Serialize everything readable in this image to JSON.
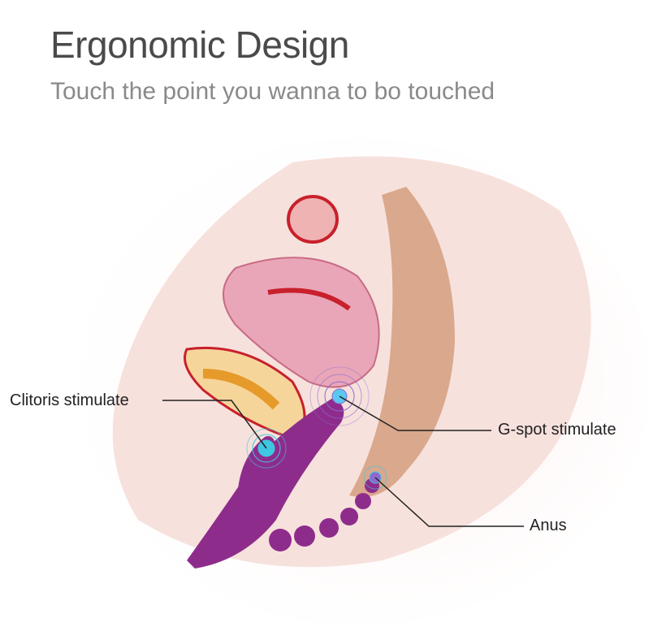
{
  "header": {
    "title": "Ergonomic Design",
    "subtitle": "Touch the point you wanna to bo touched"
  },
  "labels": {
    "clitoris": "Clitoris stimulate",
    "gspot": "G-spot stimulate",
    "anus": "Anus"
  },
  "colors": {
    "skin": "#f7e1dc",
    "tissue": "#e9a6b8",
    "red": "#c8202c",
    "device": "#8e2c8c",
    "highlight": "#3fc6e0"
  }
}
